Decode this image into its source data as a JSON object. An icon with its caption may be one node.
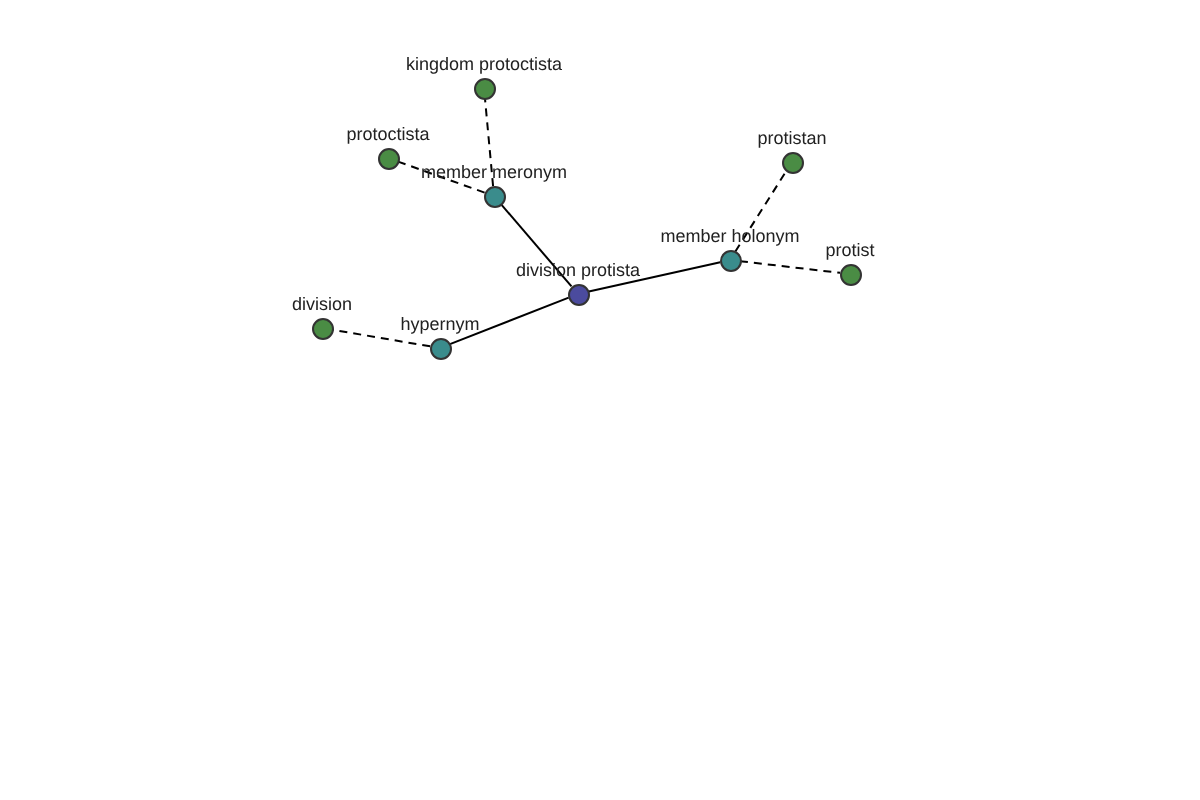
{
  "diagram": {
    "nodes": [
      {
        "text": [
          "division protista"
        ]
      },
      {
        "text": [
          "member meronym"
        ]
      },
      {
        "text": [
          "member holonym"
        ]
      },
      {
        "text": [
          "hypernym"
        ]
      },
      {
        "text": [
          "kingdom protoctista"
        ]
      },
      {
        "text": [
          "protoctista"
        ]
      },
      {
        "text": [
          "protistan"
        ]
      },
      {
        "text": [
          "protist"
        ]
      },
      {
        "text": [
          "division"
        ]
      }
    ],
    "edges": [
      {
        "from": 0,
        "to": 1,
        "arrow": "none"
      },
      {
        "from": 0,
        "to": 2,
        "arrow": "none"
      },
      {
        "from": 0,
        "to": 3,
        "arrow": "none"
      },
      {
        "from": 1,
        "to": 4,
        "arrow": "none",
        "style": "dashed"
      },
      {
        "from": 1,
        "to": 5,
        "arrow": "none",
        "style": "dashed"
      },
      {
        "from": 2,
        "to": 6,
        "arrow": "none",
        "style": "dashed"
      },
      {
        "from": 2,
        "to": 7,
        "arrow": "none",
        "style": "dashed"
      },
      {
        "from": 3,
        "to": 8,
        "arrow": "none",
        "style": "dashed"
      }
    ]
  }
}
